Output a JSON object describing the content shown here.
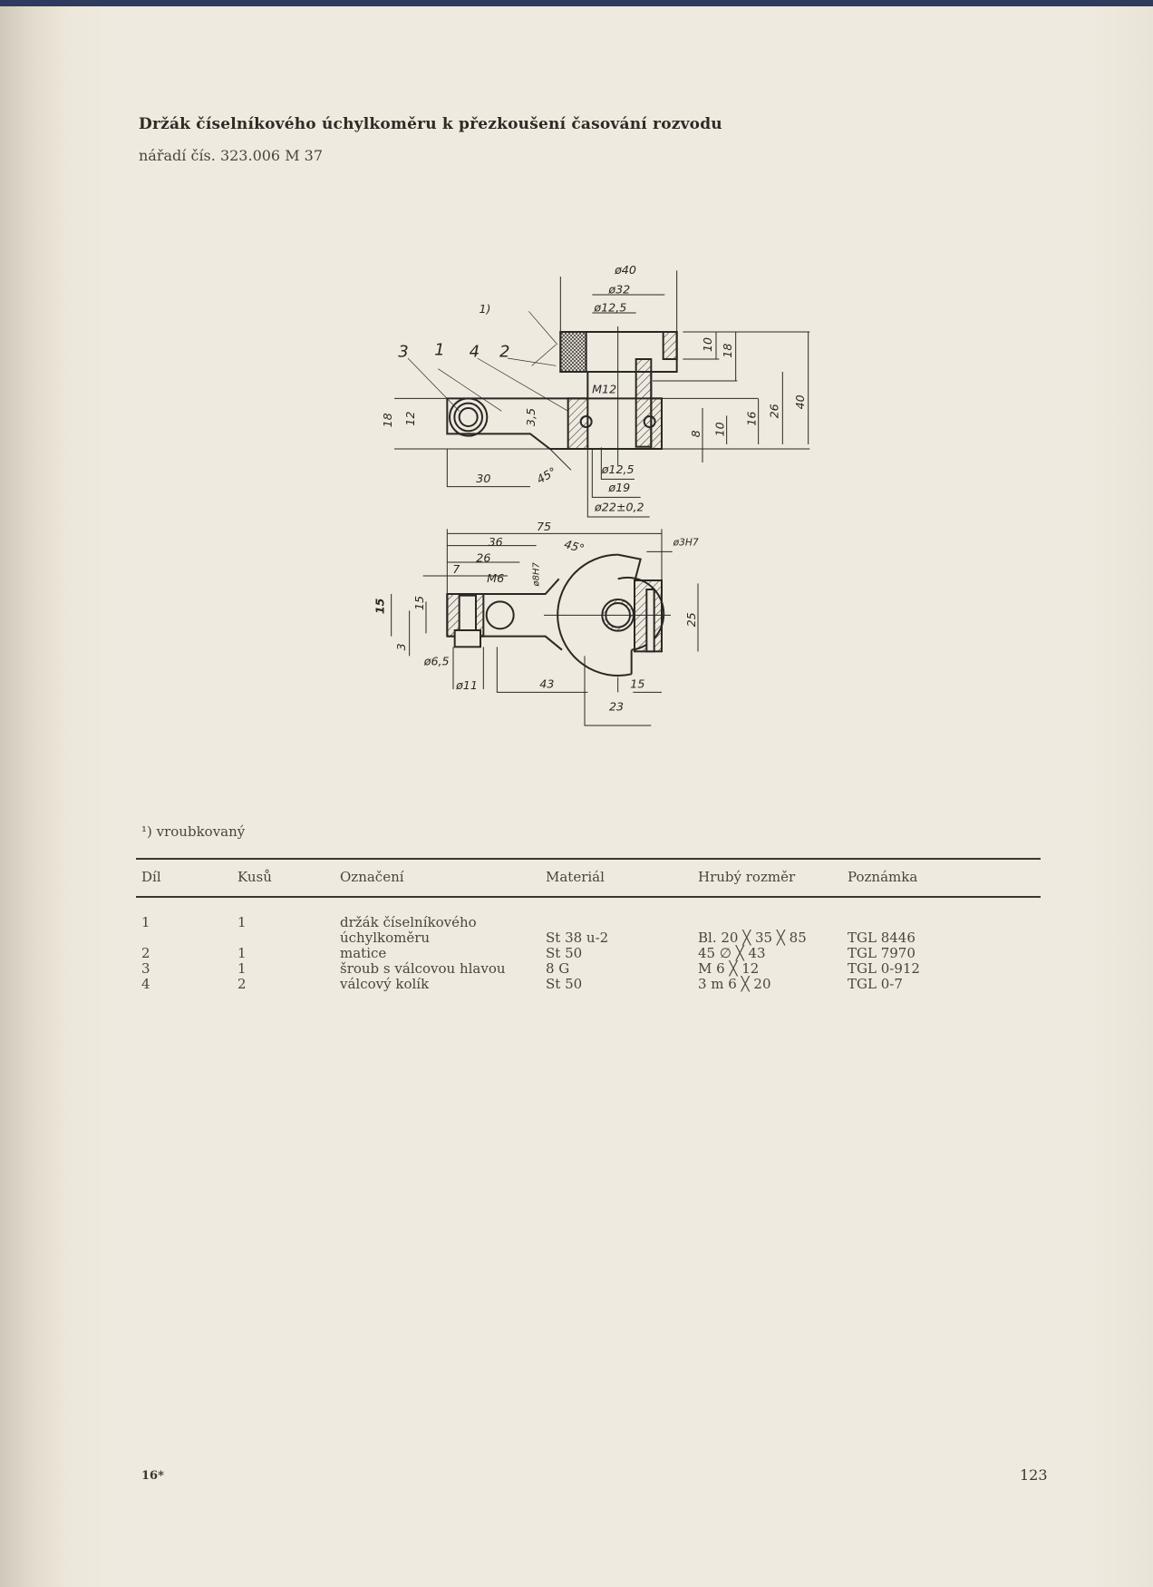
{
  "header": {
    "title": "Držák číselníkového úchylkoměru k přezkoušení časování rozvodu",
    "subtitle": "nářadí čís. 323.006 M 37"
  },
  "drawing": {
    "dims": [
      "ø40",
      "ø32",
      "ø12,5",
      "1)",
      "3",
      "1",
      "4",
      "2",
      "M12",
      "10",
      "18",
      "26",
      "40",
      "16",
      "10",
      "8",
      "18",
      "12",
      "3,5",
      "30",
      "45°",
      "ø12,5",
      "ø19",
      "ø22±0,2",
      "75",
      "36",
      "26",
      "7",
      "M6",
      "ø8H7",
      "45°",
      "ø3H7",
      "15",
      "15",
      "3",
      "ø6,5",
      "ø11",
      "43",
      "15",
      "23",
      "25"
    ]
  },
  "footnote": "¹) vroubkovaný",
  "table": {
    "headers": [
      "Díl",
      "Kusů",
      "Označení",
      "Materiál",
      "Hrubý rozměr",
      "Poznámka"
    ],
    "rows": [
      [
        "1",
        "1",
        "držák číselníkového",
        "",
        "",
        ""
      ],
      [
        "",
        "",
        "úchylkoměru",
        "St 38 u-2",
        "Bl. 20 ╳ 35 ╳ 85",
        "TGL 8446"
      ],
      [
        "2",
        "1",
        "matice",
        "St 50",
        "45 ∅ ╳ 43",
        "TGL 7970"
      ],
      [
        "3",
        "1",
        "šroub s válcovou hlavou",
        "8 G",
        "M 6 ╳ 12",
        "TGL 0-912"
      ],
      [
        "4",
        "2",
        "válcový kolík",
        "St 50",
        "3 m 6 ╳ 20",
        "TGL 0-7"
      ]
    ]
  },
  "footer": {
    "left": "16*",
    "page_number": "123"
  }
}
